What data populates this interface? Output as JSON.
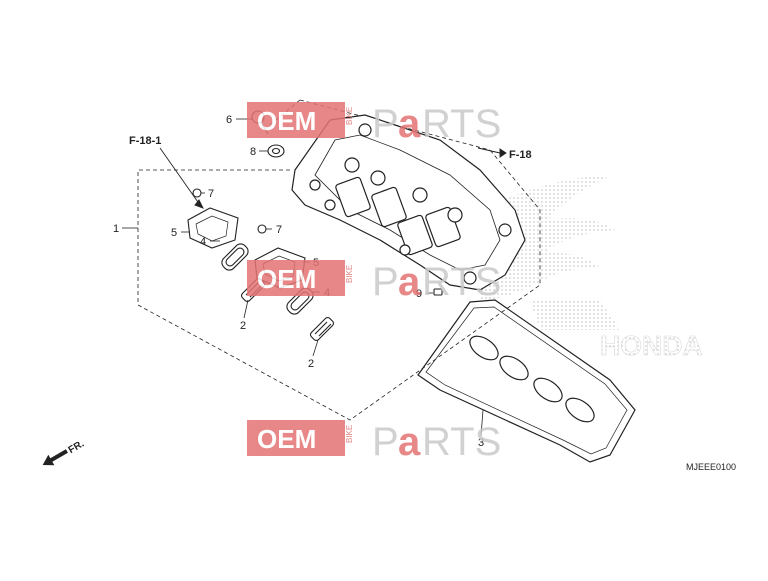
{
  "diagram": {
    "part_code": "MJEEE0100",
    "front_arrow_label": "FR.",
    "references": {
      "f18_1": "F-18-1",
      "f18": "F-18"
    },
    "callouts": {
      "c1": "1",
      "c2a": "2",
      "c2b": "2",
      "c3": "3",
      "c4a": "4",
      "c4b": "4",
      "c5a": "5",
      "c5b": "5",
      "c6": "6",
      "c7a": "7",
      "c7b": "7",
      "c8": "8",
      "c9": "9"
    }
  },
  "watermark": {
    "oem": "OEM",
    "bike": "BIKE",
    "p": "P",
    "a": "a",
    "rts": "RTS"
  },
  "background_logo": {
    "brand_text": "HONDA"
  },
  "colors": {
    "line": "#222222",
    "watermark_red": "#e57373",
    "watermark_gray": "#c9c9c9",
    "logo_dots": "#cfcfcf"
  }
}
